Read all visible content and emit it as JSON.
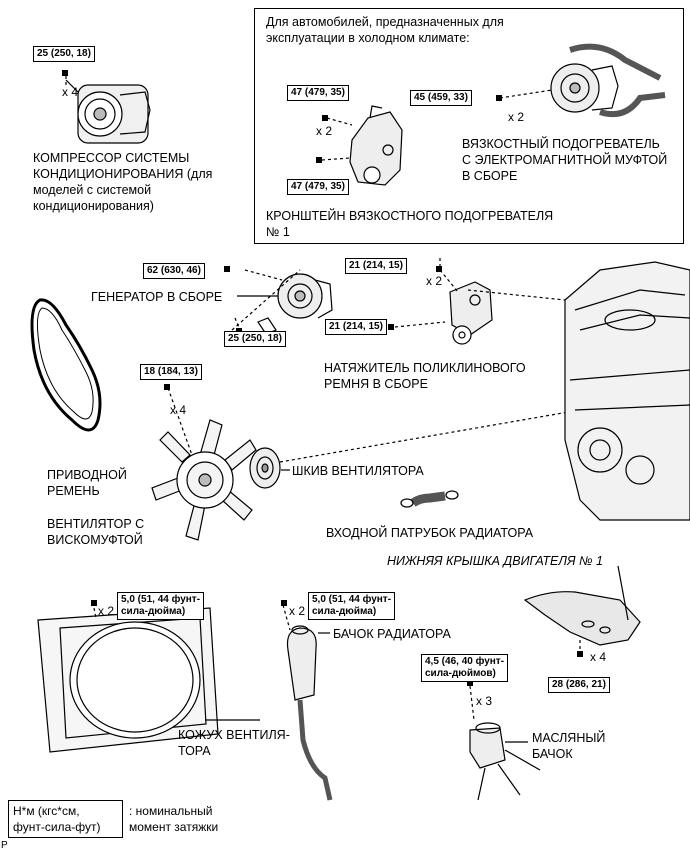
{
  "cold_climate": {
    "title_line1": "Для автомобилей, предназначенных для",
    "title_line2": "эксплуатации в холодном климате:",
    "torque_a": "47 (479, 35)",
    "torque_b": "47 (479, 35)",
    "torque_c": "45 (459, 33)",
    "qty_a": "x 2",
    "qty_c": "x 2",
    "heater_line1": "ВЯЗКОСТНЫЙ ПОДОГРЕВАТЕЛЬ",
    "heater_line2": "С ЭЛЕКТРОМАГНИТНОЙ МУФТОЙ",
    "heater_line3": "В СБОРЕ",
    "bracket_line1": "КРОНШТЕЙН ВЯЗКОСТНОГО ПОДОГРЕВАТЕЛЯ",
    "bracket_line2": "№ 1"
  },
  "compressor": {
    "torque": "25 (250, 18)",
    "qty": "x 4",
    "line1": "КОМПРЕССОР СИСТЕМЫ",
    "line2": "КОНДИЦИОНИРОВАНИЯ (для",
    "line3": "моделей с системой",
    "line4": "кондиционирования)"
  },
  "generator": {
    "torque_top": "62 (630, 46)",
    "torque_bottom": "25 (250, 18)",
    "label": "ГЕНЕРАТОР В СБОРЕ"
  },
  "tensioner": {
    "torque_top": "21 (214, 15)",
    "torque_mid": "21 (214, 15)",
    "qty": "x 2",
    "line1": "НАТЯЖИТЕЛЬ ПОЛИКЛИНОВОГО",
    "line2": "РЕМНЯ В СБОРЕ"
  },
  "fan": {
    "torque": "18 (184, 13)",
    "qty": "x 4",
    "line1": "ВЕНТИЛЯТОР С",
    "line2": "ВИСКОМУФТОЙ"
  },
  "belt": {
    "line1": "ПРИВОДНОЙ",
    "line2": "РЕМЕНЬ"
  },
  "pulley": {
    "label": "ШКИВ ВЕНТИЛЯТОРА"
  },
  "hose": {
    "label": "ВХОДНОЙ ПАТРУБОК РАДИАТОРА"
  },
  "undercover": {
    "label": "НИЖНЯЯ КРЫШКА ДВИГАТЕЛЯ № 1",
    "torque": "28 (286, 21)",
    "qty": "x 4"
  },
  "shroud": {
    "torque_line1": "5,0 (51, 44 фунт-",
    "torque_line2": "сила-дюйма)",
    "qty": "x 2",
    "line1": "КОЖУХ ВЕНТИЛЯ-",
    "line2": "ТОРА"
  },
  "tank": {
    "torque_line1": "5,0 (51, 44 фунт-",
    "torque_line2": "сила-дюйма)",
    "qty": "x 2",
    "label": "БАЧОК РАДИАТОРА"
  },
  "oil_tank": {
    "torque_line1": "4,5 (46, 40 фунт-",
    "torque_line2": "сила-дюймов)",
    "qty": "x 3",
    "line1": "МАСЛЯНЫЙ",
    "line2": "БАЧОК"
  },
  "legend": {
    "key_line1": "Н*м (кгс*см,",
    "key_line2": "фунт-сила-фут)",
    "desc_line1": ": номинальный",
    "desc_line2": "момент затяжки"
  },
  "figure_code": "P"
}
